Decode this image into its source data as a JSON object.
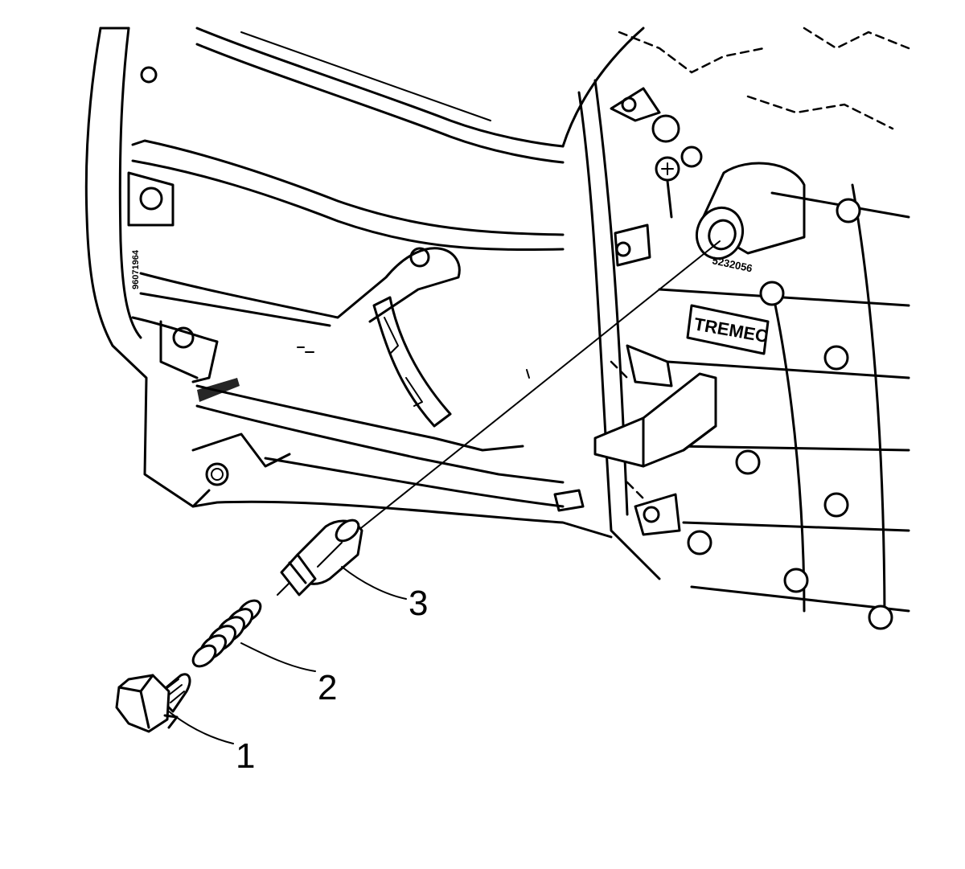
{
  "diagram": {
    "callouts": [
      {
        "id": "1",
        "label": "1"
      },
      {
        "id": "2",
        "label": "2"
      },
      {
        "id": "3",
        "label": "3"
      }
    ],
    "case_markings": {
      "left_casting_code": "96071964",
      "right_casting_code": "5232056",
      "brand_plate": "TREMEC"
    }
  }
}
